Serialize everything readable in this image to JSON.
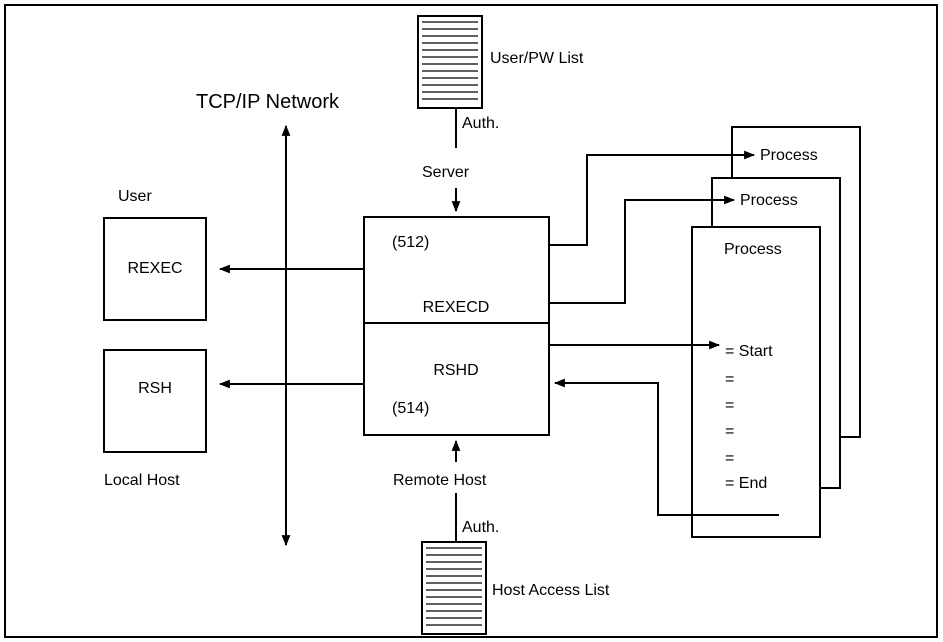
{
  "labels": {
    "network": "TCP/IP Network",
    "user_pw_list": "User/PW List",
    "auth_top": "Auth.",
    "server": "Server",
    "user": "User",
    "rexec": "REXEC",
    "rsh": "RSH",
    "local_host": "Local Host",
    "port_512": "(512)",
    "rexecd": "REXECD",
    "rshd": "RSHD",
    "port_514": "(514)",
    "remote_host": "Remote Host",
    "auth_bottom": "Auth.",
    "host_access_list": "Host Access List",
    "process_back": "Process",
    "process_middle": "Process",
    "process_front": "Process",
    "start": "= Start",
    "eq1": "=",
    "eq2": "=",
    "eq3": "=",
    "eq4": "=",
    "end": "= End"
  },
  "icons": {
    "document": "document-list-icon"
  }
}
